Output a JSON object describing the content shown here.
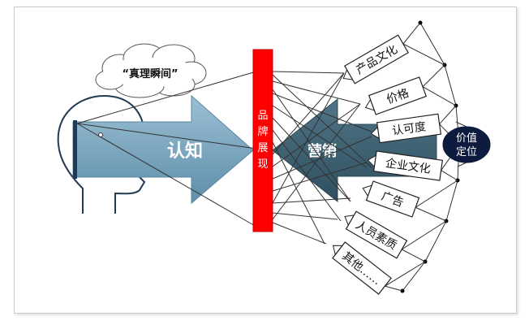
{
  "thought": "“真理瞬间”",
  "perception_label": "认知",
  "marketing_label": "营销",
  "brand_label": "品牌展现",
  "value_label_line1": "价值",
  "value_label_line2": "定位",
  "factors": [
    "产品文化",
    "价格",
    "认可度",
    "企业文化",
    "广告",
    "人员素质",
    "其他……"
  ],
  "colors": {
    "perception_arrow": "#7fa9c2",
    "marketing_arrow": "#3f6273",
    "brand_bar": "#ff0000",
    "value_circle": "#0d1b3e"
  }
}
